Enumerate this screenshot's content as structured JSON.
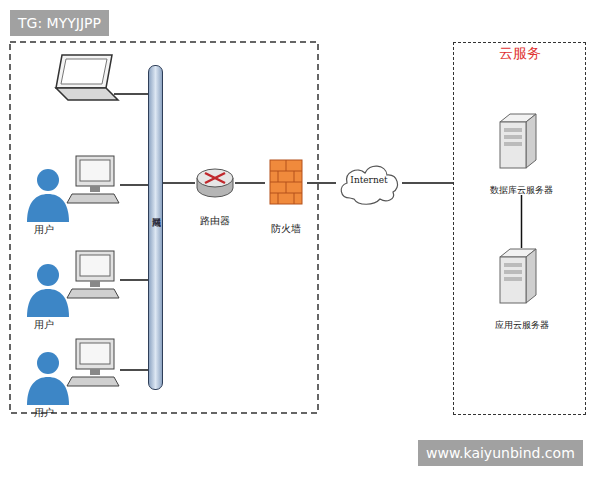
{
  "diagram": {
    "nodes": [
      {
        "text": [
          "局域网"
        ]
      },
      {
        "text": [
          "用户"
        ]
      },
      {
        "text": [
          "用户"
        ]
      },
      {
        "text": [
          "用户"
        ]
      },
      {
        "text": [
          "路由器"
        ]
      },
      {
        "text": [
          "防火墙"
        ]
      },
      {
        "text": [
          "Internet"
        ]
      },
      {
        "text": [
          "云服务"
        ]
      },
      {
        "text": [
          "数据库云服务器"
        ],
        "in": 7
      },
      {
        "text": [
          "应用云服务器"
        ],
        "in": 7
      }
    ],
    "edges": [
      {
        "from": 1,
        "to": 0,
        "arrow": "none"
      },
      {
        "from": 2,
        "to": 0,
        "arrow": "none"
      },
      {
        "from": 3,
        "to": 0,
        "arrow": "none"
      },
      {
        "from": 0,
        "to": 4,
        "arrow": "none"
      },
      {
        "from": 4,
        "to": 5,
        "arrow": "none"
      },
      {
        "from": 5,
        "to": 6,
        "arrow": "none"
      },
      {
        "from": 6,
        "to": 7,
        "arrow": "none"
      },
      {
        "from": 8,
        "to": 9,
        "arrow": "none"
      }
    ],
    "labels": [
      "TG: MYYJJPP",
      "www.kaiyunbind.com"
    ]
  }
}
